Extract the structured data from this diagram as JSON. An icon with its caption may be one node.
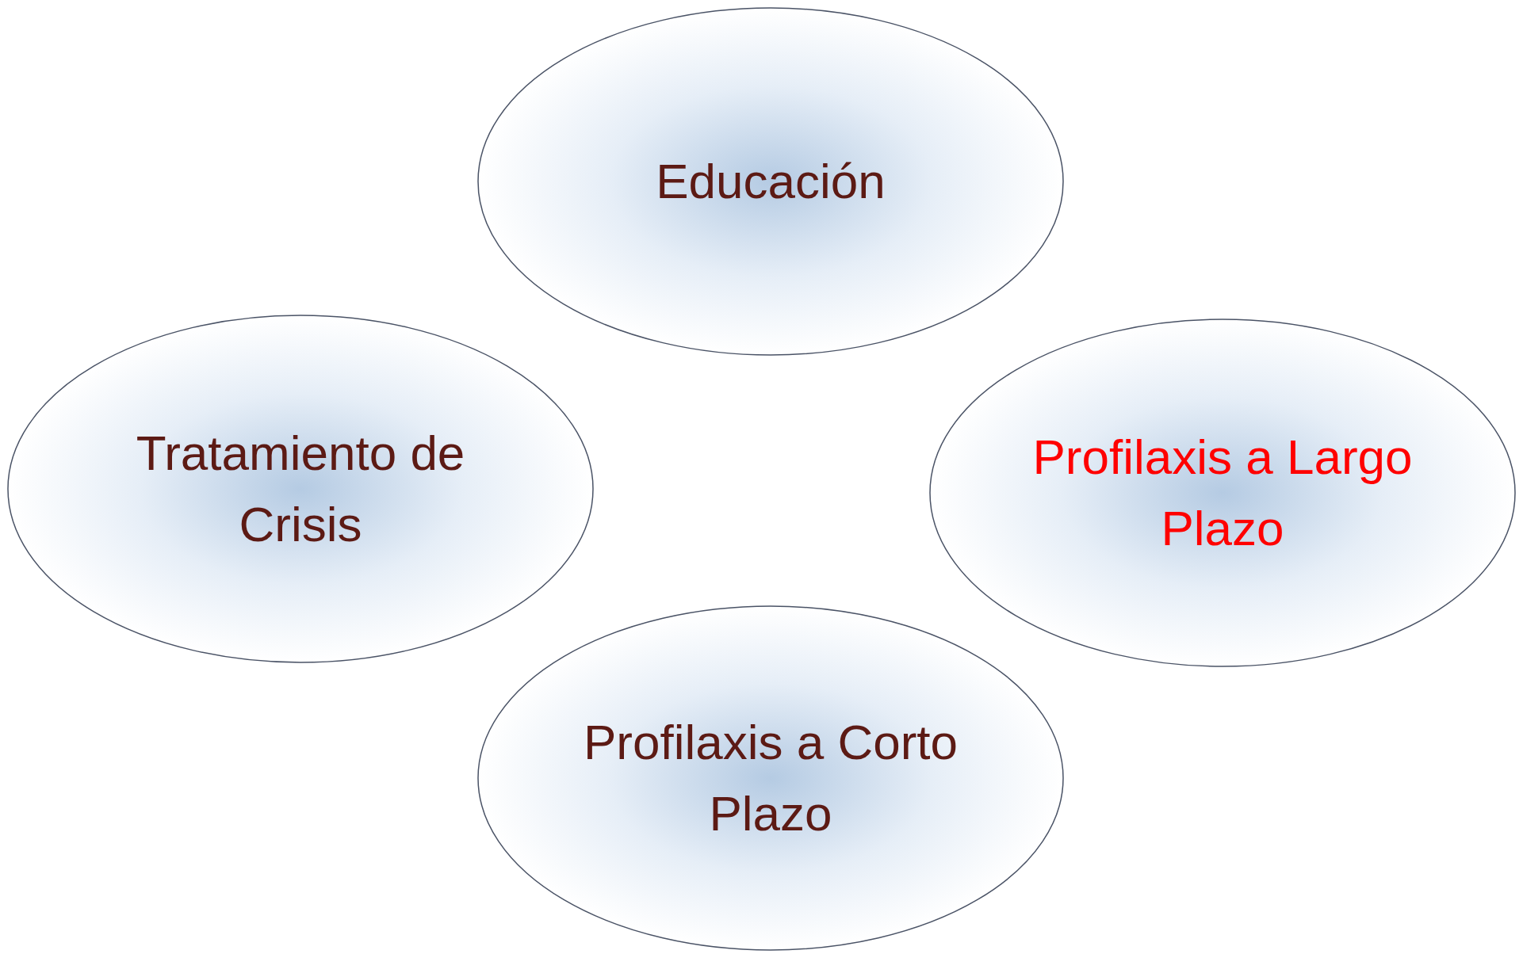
{
  "diagram": {
    "nodes": [
      {
        "text": [
          "Educación"
        ]
      },
      {
        "text": [
          "Tratamiento de Crisis"
        ]
      },
      {
        "text": [
          "Profilaxis a Largo Plazo"
        ]
      },
      {
        "text": [
          "Profilaxis a Corto Plazo"
        ]
      }
    ]
  }
}
